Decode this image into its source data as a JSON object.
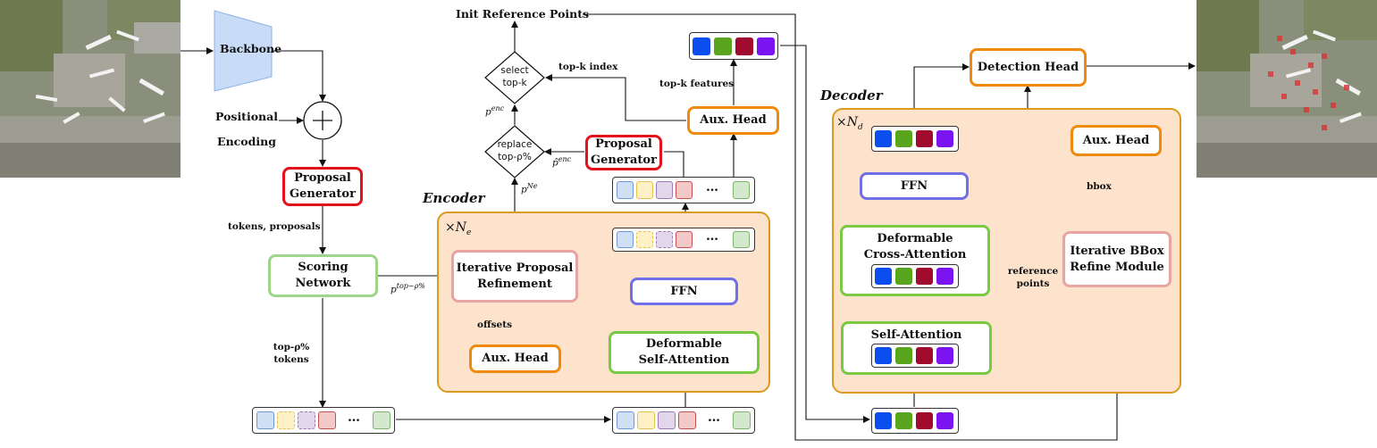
{
  "nodes": {
    "backbone": "Backbone",
    "positional": "Positional\nEncoding",
    "proposal_gen_left": "Proposal\nGenerator",
    "scoring": "Scoring Network",
    "iter_prop": "Iterative Proposal\nRefinement",
    "aux_head_enc": "Aux. Head",
    "def_self_attn_enc": "Deformable\nSelf-Attention",
    "ffn_enc": "FFN",
    "proposal_gen_mid": "Proposal\nGenerator",
    "aux_head_top": "Aux. Head",
    "select_topk": "select\ntop-k",
    "replace_topp": "replace\ntop-ρ%",
    "detection_head": "Detection Head",
    "aux_head_dec": "Aux. Head",
    "ffn_dec": "FFN",
    "def_cross_attn": "Deformable\nCross-Attention",
    "self_attn_dec": "Self-Attention",
    "iter_bbox": "Iterative BBox\nRefine Module"
  },
  "groups": {
    "encoder": "Encoder",
    "decoder": "Decoder",
    "ne": "×N",
    "ne_sub": "e",
    "nd": "×N",
    "nd_sub": "d"
  },
  "labels": {
    "init_ref": "Init Reference Points",
    "topk_index": "top-k index",
    "topk_features": "top-k features",
    "tokens_proposals": "tokens, proposals",
    "top_p_tokens": "top-ρ%\ntokens",
    "offsets": "offsets",
    "bbox": "bbox",
    "reference_points": "reference\npoints",
    "p_enc": "p",
    "p_enc_sup": "enc",
    "phat_enc": "p̂",
    "phat_enc_sup": "enc",
    "p_ne": "p",
    "p_ne_sup": "Ne",
    "p_top": "p",
    "p_top_sup": "top−ρ%",
    "ellipsis": "…"
  },
  "colors": {
    "token_blue": "#0b4ef0",
    "token_green": "#5aa51e",
    "token_red": "#a00a2c",
    "token_purple": "#7a14f0",
    "faded_blue": "#cfe0f5",
    "faded_yellow": "#fff1c6",
    "faded_purple": "#e1d6ea",
    "faded_red": "#f3c8c8",
    "faded_green": "#d3e8cc",
    "group_fill": "#fde3cc",
    "group_border": "#d99a1e"
  }
}
